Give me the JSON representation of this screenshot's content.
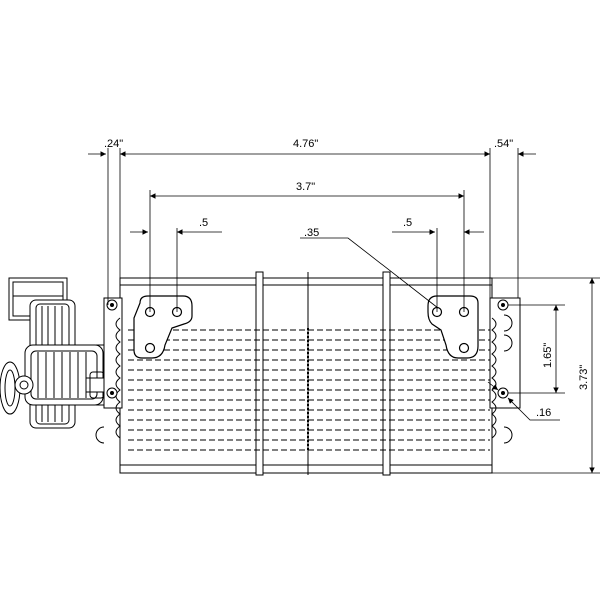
{
  "dimensions": {
    "left_offset": ".24\"",
    "overall_width": "4.76\"",
    "right_offset": ".54\"",
    "hole_spacing": "3.7\"",
    "bracket_left": ".5",
    "bracket_right": ".5",
    "hole_diameter": ".35",
    "mount_spacing": "1.65\"",
    "overall_height": "3.73\"",
    "small_hole": ".16"
  }
}
